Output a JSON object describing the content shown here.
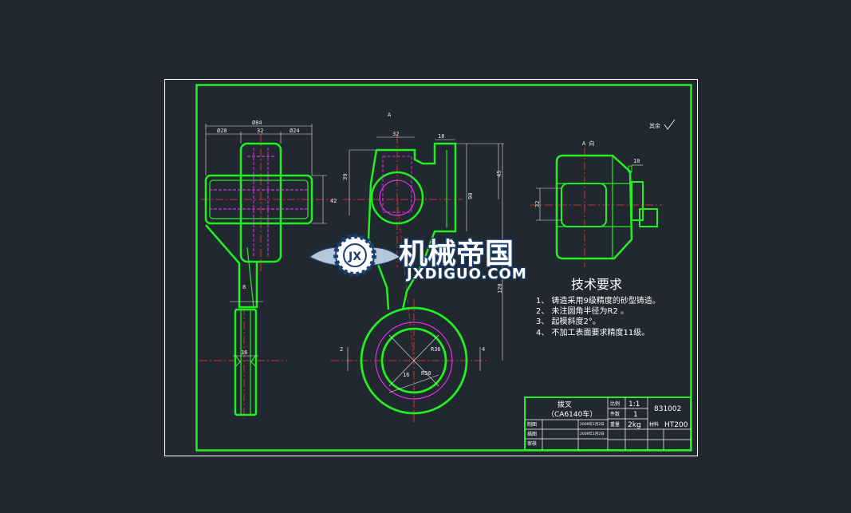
{
  "colors": {
    "background": "#212830",
    "outline": "#22ee22",
    "center_line": "#ff3333",
    "hidden_line": "#ff33ff",
    "dimension": "#e6e6e6",
    "frame": "#ffffff",
    "watermark_blue": "#1a3e6e"
  },
  "view_labels": {
    "section_a": "A",
    "view_a": "A 向",
    "roughness_note": "其余"
  },
  "dimensions": {
    "d84": "Ø84",
    "d28": "Ø28",
    "d32_left": "32",
    "d24": "Ø24",
    "d42": "42",
    "d8": "8",
    "d16_left": "16",
    "d32_front": "32",
    "d18": "18",
    "d39": "39",
    "d45": "45",
    "d90": "90",
    "d120": "120",
    "d2": "2",
    "d4": "4",
    "d16_front": "16",
    "r36": "R36",
    "r50": "R50",
    "d10": "10",
    "d32_right": "32"
  },
  "tech_requirements": {
    "title": "技术要求",
    "items": [
      "1、 铸造采用9级精度的砂型铸造。",
      "2、 未注圆角半径为R2  。",
      "3、 起模斜度2°。",
      "4、 不加工表面要求精度11级。"
    ]
  },
  "title_block": {
    "part_name": "拨叉",
    "part_model": "（CA6140车）",
    "scale_label": "比例",
    "scale_value": "1:1",
    "qty_label": "件数",
    "qty_value": "1",
    "weight_label": "重量",
    "weight_value": "2kg",
    "material_label": "材料",
    "material_value": "HT200",
    "drawing_number": "831002",
    "role_1": "制图",
    "role_2": "描图",
    "role_3": "审核",
    "date_1": "2009年1月2日",
    "date_2": "2009年1月2日"
  },
  "watermark": {
    "cn": "机械帝国",
    "en": "JXDIGUO.COM"
  }
}
